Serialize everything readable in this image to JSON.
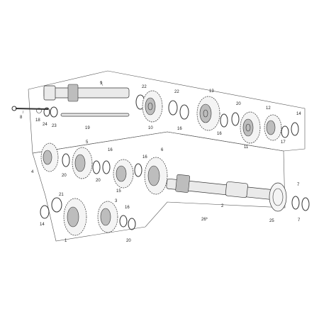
{
  "diagram": {
    "callouts": {
      "c9": "9",
      "c22a": "22",
      "c22b": "22",
      "c13": "13",
      "c20a": "20",
      "c12": "12",
      "c14a": "14",
      "c8": "8",
      "c18": "18",
      "c24": "24",
      "c23": "23",
      "c19": "19",
      "c10": "10",
      "c16a": "16",
      "c16b": "16",
      "c11": "11",
      "c17": "17",
      "c5": "5",
      "c16c": "16",
      "c16d": "16",
      "c6": "6",
      "c4": "4",
      "c20b": "20",
      "c20c": "20",
      "c15": "15",
      "c2": "2",
      "c25": "25",
      "c7a": "7",
      "c7b": "7",
      "c26": "26*",
      "c21": "21",
      "c14b": "14",
      "c3": "3",
      "c16e": "16",
      "c20d": "20",
      "c1": "1"
    }
  }
}
